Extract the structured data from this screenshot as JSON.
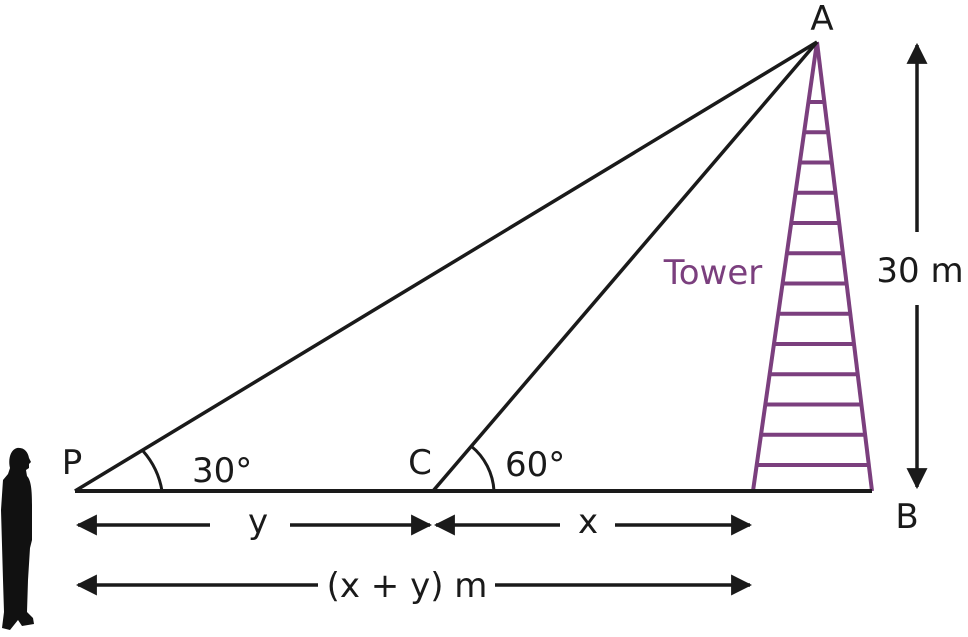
{
  "labels": {
    "A": "A",
    "B": "B",
    "P": "P",
    "C": "C",
    "angle_p": "30°",
    "angle_c": "60°",
    "tower": "Tower",
    "height": "30 m",
    "y": "y",
    "x": "x",
    "total": "(x + y) m"
  },
  "colors": {
    "line": "#1a1a1a",
    "tower": "#7b3f7e"
  },
  "tower_rungs": 13
}
